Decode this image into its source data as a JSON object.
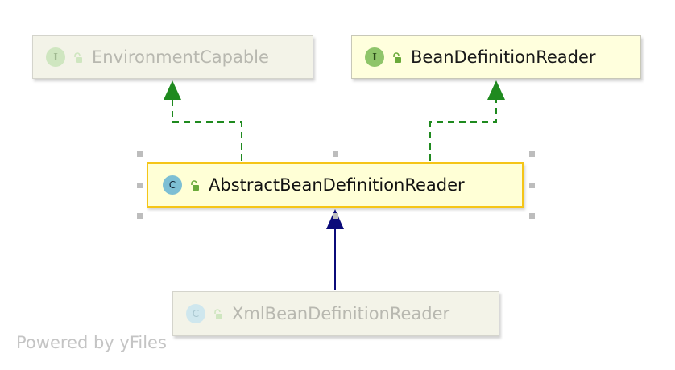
{
  "nodes": {
    "environment_capable": {
      "kind": "I",
      "name": "EnvironmentCapable"
    },
    "bean_definition_reader": {
      "kind": "I",
      "name": "BeanDefinitionReader"
    },
    "abstract_bean_definition_reader": {
      "kind": "C",
      "name": "AbstractBeanDefinitionReader"
    },
    "xml_bean_definition_reader": {
      "kind": "C",
      "name": "XmlBeanDefinitionReader"
    }
  },
  "footer": "Powered by yFiles",
  "colors": {
    "implements_edge": "#1f8a1f",
    "extends_edge": "#0b0b7a",
    "selection_border": "#f5c518"
  }
}
